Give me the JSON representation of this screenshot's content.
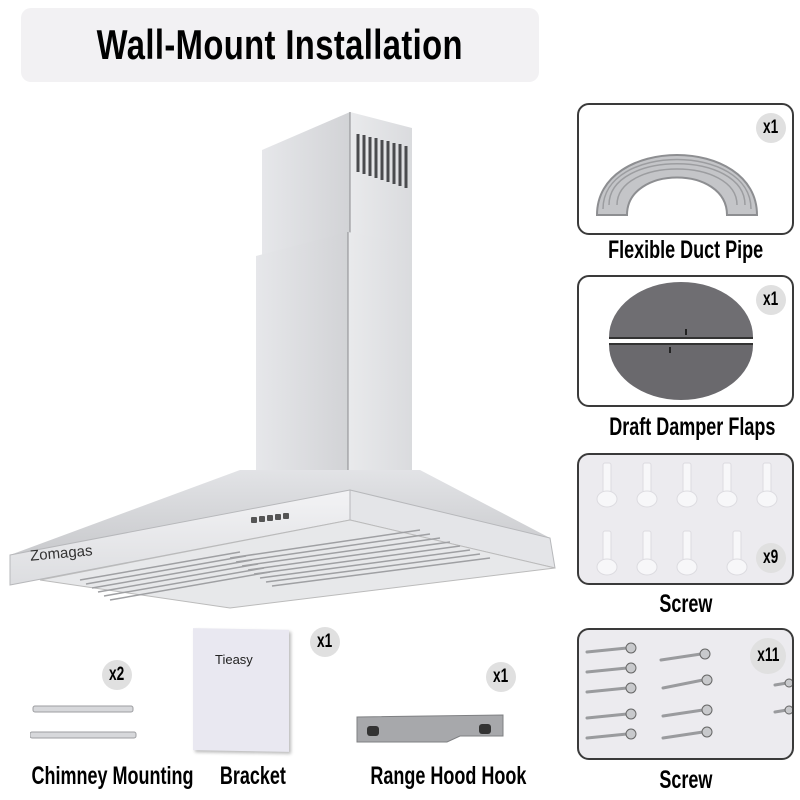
{
  "title": "Wall-Mount Installation",
  "product": {
    "brand": "Zomagas",
    "type": "range-hood"
  },
  "parts_right": [
    {
      "label": "Flexible Duct Pipe",
      "qty": "x1",
      "icon": "duct-pipe"
    },
    {
      "label": "Draft Damper Flaps",
      "qty": "x1",
      "icon": "damper-flaps"
    },
    {
      "label": "Screw",
      "qty": "x9",
      "icon": "wall-anchor"
    },
    {
      "label": "Screw",
      "qty": "x11",
      "icon": "screw"
    }
  ],
  "parts_bottom": [
    {
      "label": "Chimney Mounting",
      "qty": "x2",
      "icon": "mounting-strip"
    },
    {
      "label": "Bracket",
      "qty": "x1",
      "icon": "manual-booklet",
      "booklet_text": "Tieasy"
    },
    {
      "label": "Range Hood Hook",
      "qty": "x1",
      "icon": "hook-bracket"
    }
  ],
  "colors": {
    "title_bg": "#f2f1f3",
    "panel_border": "#3a3a3a",
    "badge_bg": "#e0e0e0",
    "steel": "#d4d5d8"
  }
}
